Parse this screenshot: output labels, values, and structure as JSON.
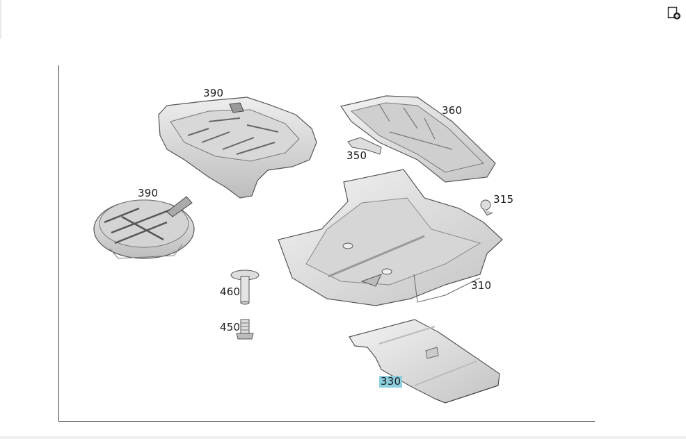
{
  "toolbar": {
    "add_icon": "add-to-list-icon"
  },
  "diagram": {
    "callouts": [
      {
        "id": "c390a",
        "label": "390"
      },
      {
        "id": "c360",
        "label": "360"
      },
      {
        "id": "c350",
        "label": "350"
      },
      {
        "id": "c390b",
        "label": "390"
      },
      {
        "id": "c315",
        "label": "315"
      },
      {
        "id": "c460",
        "label": "460"
      },
      {
        "id": "c310",
        "label": "310"
      },
      {
        "id": "c450",
        "label": "450"
      },
      {
        "id": "c330",
        "label": "330",
        "highlighted": true
      }
    ],
    "highlight_color": "#8ecfdf"
  }
}
